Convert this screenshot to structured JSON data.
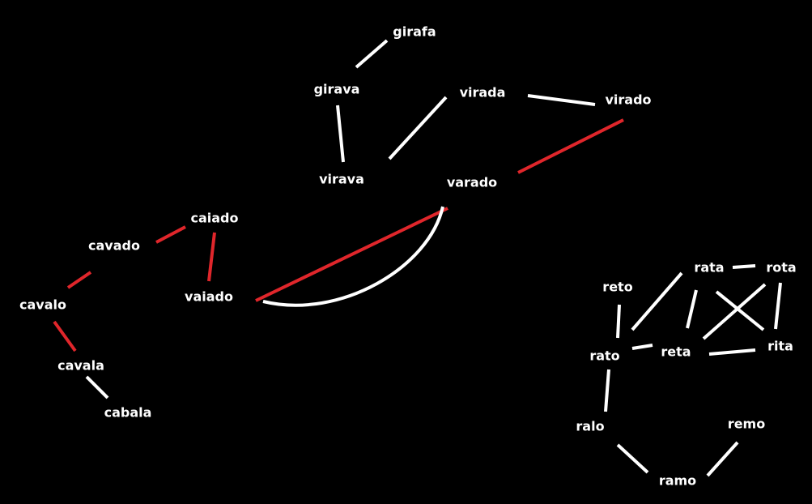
{
  "colors": {
    "background": "#000000",
    "text": "#ffffff",
    "edge": "#ffffff",
    "highlight": "#e0262b"
  },
  "words": [
    {
      "id": "girafa",
      "label": "girafa"
    },
    {
      "id": "girava",
      "label": "girava"
    },
    {
      "id": "virada",
      "label": "virada"
    },
    {
      "id": "virado",
      "label": "virado"
    },
    {
      "id": "virava",
      "label": "virava"
    },
    {
      "id": "varado",
      "label": "varado"
    },
    {
      "id": "caiado",
      "label": "caiado"
    },
    {
      "id": "cavado",
      "label": "cavado"
    },
    {
      "id": "vaiado",
      "label": "vaiado"
    },
    {
      "id": "cavalo",
      "label": "cavalo"
    },
    {
      "id": "cavala",
      "label": "cavala"
    },
    {
      "id": "cabala",
      "label": "cabala"
    },
    {
      "id": "rata",
      "label": "rata"
    },
    {
      "id": "rota",
      "label": "rota"
    },
    {
      "id": "reto",
      "label": "reto"
    },
    {
      "id": "rato",
      "label": "rato"
    },
    {
      "id": "reta",
      "label": "reta"
    },
    {
      "id": "rita",
      "label": "rita"
    },
    {
      "id": "ralo",
      "label": "ralo"
    },
    {
      "id": "remo",
      "label": "remo"
    },
    {
      "id": "ramo",
      "label": "ramo"
    }
  ],
  "edges": [
    {
      "from": "girava",
      "to": "girafa",
      "highlight": false
    },
    {
      "from": "girava",
      "to": "virava",
      "highlight": false
    },
    {
      "from": "virava",
      "to": "virada",
      "highlight": false
    },
    {
      "from": "virada",
      "to": "virado",
      "highlight": false
    },
    {
      "from": "varado",
      "to": "virado",
      "highlight": true
    },
    {
      "from": "vaiado",
      "to": "varado",
      "highlight": true
    },
    {
      "from": "vaiado",
      "to": "varado",
      "highlight": false,
      "curved": true
    },
    {
      "from": "cavado",
      "to": "caiado",
      "highlight": true
    },
    {
      "from": "caiado",
      "to": "vaiado",
      "highlight": true
    },
    {
      "from": "cavalo",
      "to": "cavado",
      "highlight": true
    },
    {
      "from": "cavalo",
      "to": "cavala",
      "highlight": true
    },
    {
      "from": "cavala",
      "to": "cabala",
      "highlight": false
    },
    {
      "from": "rata",
      "to": "rota",
      "highlight": false
    },
    {
      "from": "rato",
      "to": "reto",
      "highlight": false
    },
    {
      "from": "rato",
      "to": "rata",
      "highlight": false
    },
    {
      "from": "reta",
      "to": "rata",
      "highlight": false
    },
    {
      "from": "rata",
      "to": "rita",
      "highlight": false
    },
    {
      "from": "rota",
      "to": "reta",
      "highlight": false
    },
    {
      "from": "rota",
      "to": "rita",
      "highlight": false
    },
    {
      "from": "rato",
      "to": "reta",
      "highlight": false
    },
    {
      "from": "reta",
      "to": "rita",
      "highlight": false
    },
    {
      "from": "rato",
      "to": "ralo",
      "highlight": false
    },
    {
      "from": "ralo",
      "to": "ramo",
      "highlight": false
    },
    {
      "from": "ramo",
      "to": "remo",
      "highlight": false
    }
  ]
}
